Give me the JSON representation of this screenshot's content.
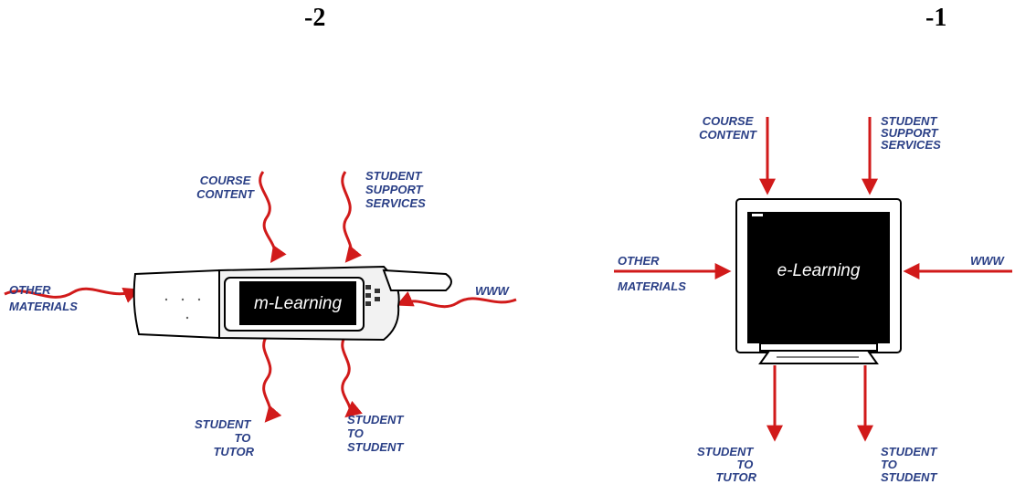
{
  "figures": {
    "left_number": "-2",
    "right_number": "-1"
  },
  "m_learning": {
    "screen_label": "m-Learning",
    "course_content": [
      "COURSE",
      "CONTENT"
    ],
    "student_support": [
      "STUDENT",
      "SUPPORT",
      "SERVICES"
    ],
    "other_materials": [
      "OTHER",
      "MATERIALS"
    ],
    "www": "WWW",
    "student_to_tutor": [
      "STUDENT",
      "TO",
      "TUTOR"
    ],
    "student_to_student": [
      "STUDENT",
      "TO",
      "STUDENT"
    ]
  },
  "e_learning": {
    "screen_label": "e-Learning",
    "course_content": [
      "COURSE",
      "CONTENT"
    ],
    "student_support": [
      "STUDENT",
      "SUPPORT",
      "SERVICES"
    ],
    "other_materials": [
      "OTHER",
      "MATERIALS"
    ],
    "www": "WWW",
    "student_to_tutor": [
      "STUDENT",
      "TO",
      "TUTOR"
    ],
    "student_to_student": [
      "STUDENT",
      "TO",
      "STUDENT"
    ]
  },
  "colors": {
    "arrow_red": "#d11a1a",
    "label_blue": "#2a3f86"
  }
}
